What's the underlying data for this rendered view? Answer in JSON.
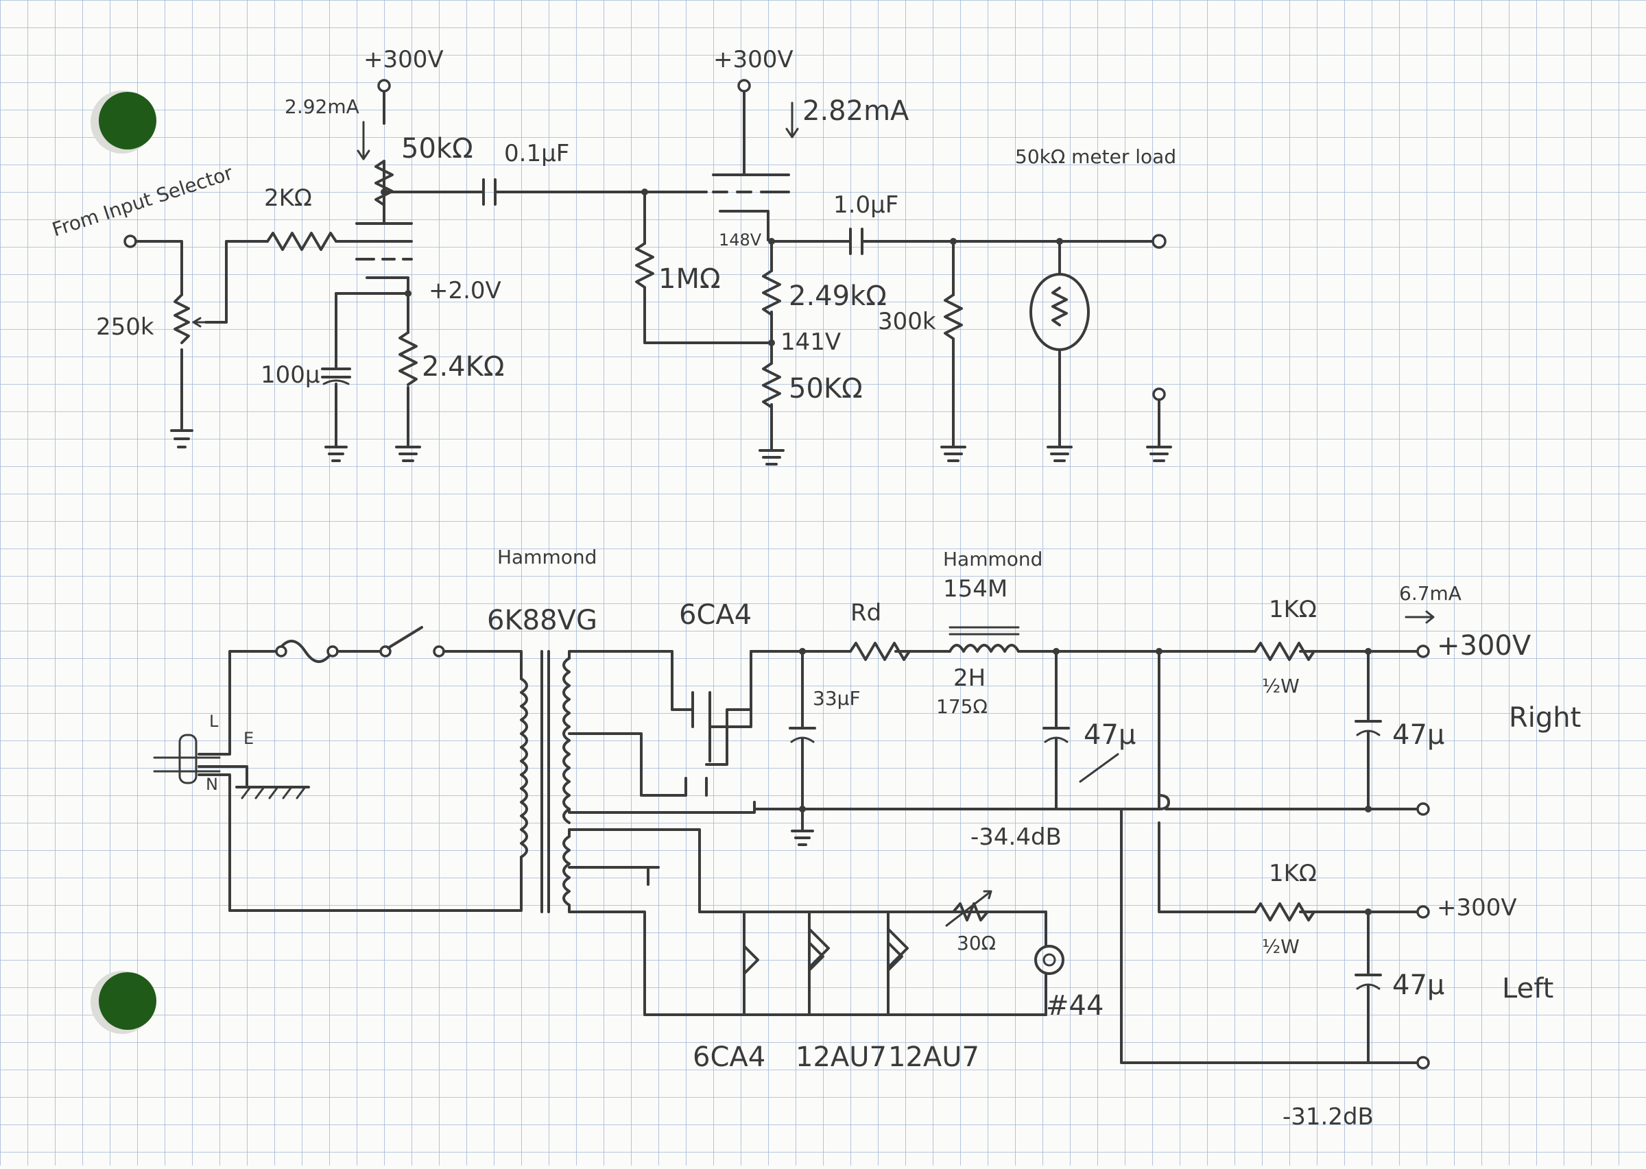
{
  "preamp": {
    "supply_left": "+300V",
    "current_left": "2.92mA",
    "plate_resistor": "50kΩ",
    "coupling_cap_1": "0.1μF",
    "input_label": "From Input Selector",
    "grid_resistor": "2KΩ",
    "volume_pot": "250k",
    "cathode_voltage": "+2.0V",
    "bypass_cap": "100μ",
    "cathode_resistor": "2.4KΩ",
    "supply_right": "+300V",
    "current_right": "2.82mA",
    "grid_leak": "1MΩ",
    "cathode_voltage_2": "148V",
    "resistor_249k": "2.49kΩ",
    "tap_voltage": "141V",
    "bias_resistor": "50KΩ",
    "coupling_cap_2": "1.0μF",
    "meter_label": "50kΩ meter load",
    "load_resistor": "300k"
  },
  "power_supply": {
    "transformer_maker": "Hammond",
    "transformer_model": "6K88VG",
    "rectifier": "6CA4",
    "rd_label": "Rd",
    "choke_maker": "Hammond",
    "choke_model": "154M",
    "choke_inductance": "2H",
    "choke_resistance": "175Ω",
    "filter_cap_1": "33μF",
    "filter_cap_2": "47μ",
    "hum_left": "-34.4dB",
    "mains_l": "L",
    "mains_e": "E",
    "mains_n": "N",
    "heater_pot": "30Ω",
    "pilot_lamp": "#44",
    "heater_tubes": [
      "6CA4",
      "12AU7",
      "12AU7"
    ],
    "right_current": "6.7mA",
    "right_resistor": "1KΩ",
    "right_resistor_watt": "½W",
    "right_supply": "+300V",
    "right_cap": "47μ",
    "right_label": "Right",
    "left_resistor": "1KΩ",
    "left_resistor_watt": "½W",
    "left_supply": "+300V",
    "left_cap": "47μ",
    "left_label": "Left",
    "hum_right": "-31.2dB"
  }
}
